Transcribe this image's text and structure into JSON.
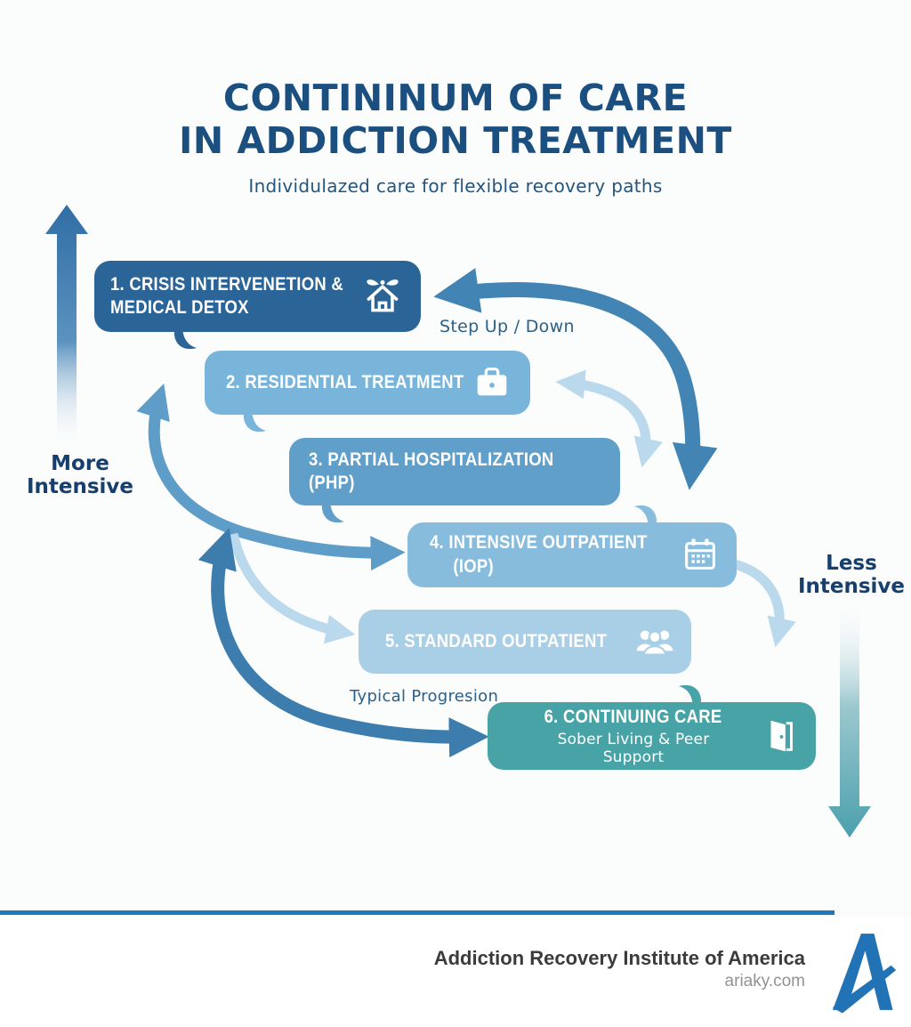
{
  "title": {
    "line1": "CONTININUM OF CARE",
    "line2": "IN ADDICTION TREATMENT",
    "subtitle": "Individulazed care for flexible recovery paths"
  },
  "intensity_scale": {
    "more_label": "More Intensive",
    "less_label": "Less Intensive"
  },
  "annotations": {
    "step_up_down": "Step Up / Down",
    "typical_progression": "Typical Progresion"
  },
  "levels": [
    {
      "label": "1. CRISIS INTERVENETION & MEDICAL DETOX",
      "sublabel": "",
      "icon": "winged-house-medical-icon",
      "color": "#2b6598"
    },
    {
      "label": "2. RESIDENTIAL TREATMENT",
      "sublabel": "",
      "icon": "briefcase-icon",
      "color": "#79b5da"
    },
    {
      "label": "3. PARTIAL HOSPITALIZATION (PHP)",
      "sublabel": "",
      "icon": "",
      "color": "#5f9fca"
    },
    {
      "label": "4. INTENSIVE OUTPATIENT (IOP)",
      "sublabel": "",
      "icon": "calendar-icon",
      "color": "#88bcdd"
    },
    {
      "label": "5. STANDARD OUTPATIENT",
      "sublabel": "",
      "icon": "people-group-icon",
      "color": "#a9cfe7"
    },
    {
      "label": "6. CONTINUING CARE",
      "sublabel": "Sober Living & Peer Support",
      "icon": "open-door-icon",
      "color": "#47a3a5"
    }
  ],
  "arrows": {
    "step_up_down_color": "#4285b5",
    "typical_progression_color": "#3c7dad",
    "secondary_color": "#5d9dc8",
    "light_color": "#bad9ed",
    "more_intensive_color": "#326fa6",
    "less_intensive_color": "#4ba0ad"
  },
  "footer": {
    "organization": "Addiction Recovery Institute of America",
    "website": "ariaky.com",
    "logo": "aria-a-logo",
    "line_color": "#1d79ba"
  }
}
